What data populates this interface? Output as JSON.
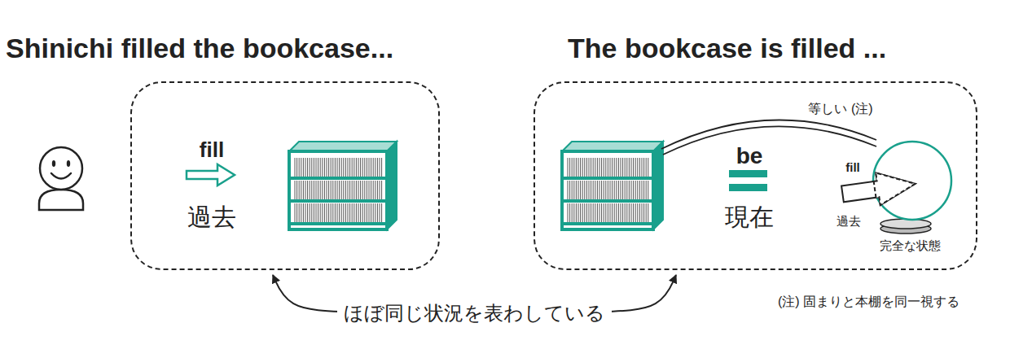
{
  "diagram": {
    "nodes": [
      {
        "text": [
          "Shinichi filled the bookcase...",
          "fill",
          "過去"
        ]
      },
      {
        "text": [
          "The bookcase is filled ...",
          "be",
          "現在",
          "等しい (注)",
          "fill",
          "過去",
          "完全な状態"
        ]
      }
    ],
    "edges": [
      {
        "from": 0,
        "to": 1,
        "arrow": "both",
        "label": "ほぼ同じ状況を表わしている"
      }
    ],
    "labels": [
      "(注) 固まりと本棚を同一視する"
    ]
  }
}
